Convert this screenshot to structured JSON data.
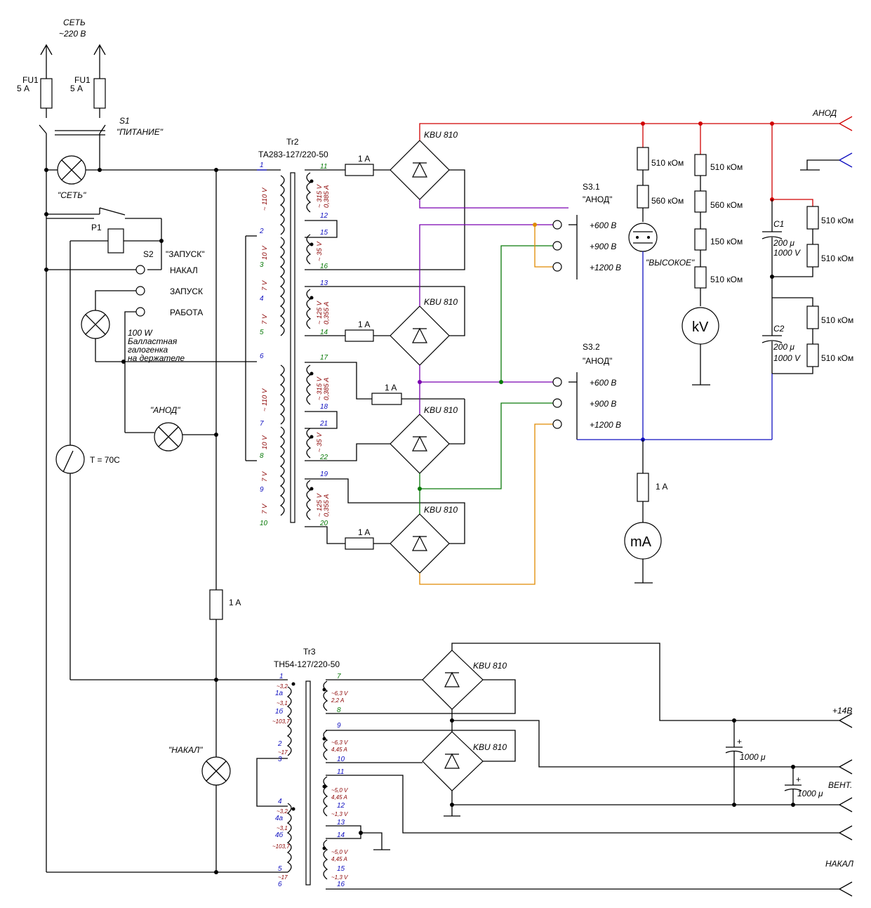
{
  "colors": {
    "red_rail": "#d00000",
    "purple_rail": "#7a00b0",
    "green_rail": "#0a7a0a",
    "orange_rail": "#e08a00",
    "blue_rail": "#1010c0"
  },
  "mains": {
    "title": "СЕТЬ",
    "voltage": "~220 В",
    "fuse_ref": "FU1",
    "fuse_rating": "5 А"
  },
  "switch_s1": {
    "ref": "S1",
    "name": "\"ПИТАНИЕ\""
  },
  "lamp_mains": "\"СЕТЬ\"",
  "relay": "P1",
  "switch_s2": {
    "ref": "S2",
    "name": "\"ЗАПУСК\"",
    "positions": [
      "НАКАЛ",
      "ЗАПУСК",
      "РАБОТА"
    ]
  },
  "ballast": {
    "power": "100 W",
    "line1": "Балластная",
    "line2": "галогенка",
    "line3": "на держателе"
  },
  "lamp_anode": "\"АНОД\"",
  "thermo": "T = 70C",
  "lamp_filament": "\"НАКАЛ\"",
  "fuse_1a": "1 A",
  "tr2": {
    "ref": "Tr2",
    "model": "ТА283-127/220-50",
    "primary_pins": [
      "1",
      "2",
      "3",
      "4",
      "5",
      "6",
      "7",
      "8",
      "9",
      "10"
    ],
    "primary_voltages": [
      "~ 110 V",
      "10 V",
      "7 V",
      "7 V",
      "~ 110 V",
      "10 V",
      "7 V",
      "7 V"
    ],
    "secondary_pins": [
      "11",
      "12",
      "15",
      "16",
      "13",
      "14",
      "17",
      "18",
      "21",
      "22",
      "19",
      "20"
    ],
    "secondary_ratings": [
      {
        "v": "~ 315 V",
        "a": "0,385 A"
      },
      {
        "v": "~ 35 V",
        "a": ""
      },
      {
        "v": "~ 125 V",
        "a": "0,355 A"
      },
      {
        "v": "~ 315 V",
        "a": "0,385 A"
      },
      {
        "v": "~ 35 V",
        "a": ""
      },
      {
        "v": "~ 125 V",
        "a": "0,355 A"
      }
    ]
  },
  "bridge": "KBU 810",
  "s31": {
    "ref": "S3.1",
    "name": "\"АНОД\""
  },
  "s32": {
    "ref": "S3.2",
    "name": "\"АНОД\""
  },
  "tap_labels": [
    "+600 В",
    "+900 В",
    "+1200 В"
  ],
  "resistors": {
    "r510": "510 кОм",
    "r560": "560 кОм",
    "r150": "150 кОм"
  },
  "caps": [
    {
      "ref": "C1",
      "value": "200 μ",
      "voltage": "1000 V"
    },
    {
      "ref": "C2",
      "value": "200 μ",
      "voltage": "1000 V"
    }
  ],
  "meters": {
    "kv": "kV",
    "ma": "mA"
  },
  "hv_lamp": "\"ВЫСОКОЕ\"",
  "outputs": {
    "anode": "АНОД",
    "p14": "+14В",
    "fan": "ВЕНТ.",
    "filament": "НАКАЛ"
  },
  "tr3": {
    "ref": "Tr3",
    "model": "ТН54-127/220-50",
    "primary_pins": [
      "1",
      "1а",
      "1б",
      "2",
      "3",
      "4",
      "4а",
      "4б",
      "5",
      "6"
    ],
    "primary_voltages": [
      "~3,2",
      "~3,1",
      "~103,7",
      "~17",
      "~3,2",
      "~3,1",
      "~103,7",
      "~17"
    ],
    "secondary_pins": [
      "7",
      "8",
      "9",
      "10",
      "11",
      "12",
      "13",
      "14",
      "15",
      "16"
    ],
    "secondary_ratings": [
      {
        "v": "~6,3 V",
        "a": "2,2 A"
      },
      {
        "v": "~6,3 V",
        "a": "4,45 A"
      },
      {
        "v": "~5,0 V",
        "a": "4,45 A"
      },
      {
        "v": "~1,3 V",
        "a": ""
      },
      {
        "v": "~5,0 V",
        "a": "4,45 A"
      },
      {
        "v": "~1,3 V",
        "a": ""
      }
    ]
  },
  "elcap": "1000 μ"
}
